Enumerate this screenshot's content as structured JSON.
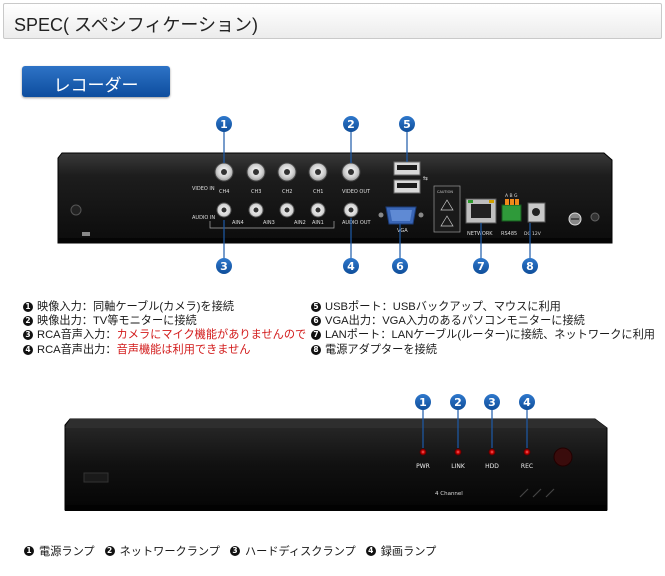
{
  "header": {
    "title": "SPEC( スペシフィケーション)"
  },
  "section_tab": {
    "label": "レコーダー"
  },
  "rear_panel": {
    "callouts": [
      "1",
      "2",
      "5",
      "3",
      "4",
      "6",
      "7",
      "8"
    ],
    "labels": {
      "video_in": "VIDEO IN",
      "audio_in": "AUDIO IN",
      "ch4": "CH4",
      "ch3": "CH3",
      "ch2": "CH2",
      "ch1": "CH1",
      "ain4": "AIN4",
      "ain3": "AIN3",
      "ain2": "AIN2",
      "ain1": "AIN1",
      "video_out": "VIDEO OUT",
      "audio_out": "AUDIO OUT",
      "vga": "VGA",
      "network": "NETWORK",
      "rs485": "RS485",
      "rs485_pins": "A B G",
      "dc": "DC 12V",
      "caution": "CAUTION"
    }
  },
  "rear_legend": {
    "left": [
      {
        "num": "1",
        "label": "映像入力：",
        "desc": "同軸ケーブル(カメラ)を接続",
        "desc_red": ""
      },
      {
        "num": "2",
        "label": "映像出力：",
        "desc": "TV等モニターに接続",
        "desc_red": ""
      },
      {
        "num": "3",
        "label": "RCA音声入力：",
        "desc": "",
        "desc_red": "カメラにマイク機能がありませんので"
      },
      {
        "num": "4",
        "label": "RCA音声出力：",
        "desc": "",
        "desc_red": "音声機能は利用できません"
      }
    ],
    "right": [
      {
        "num": "5",
        "text": "USBポート：USBバックアップ、マウスに利用"
      },
      {
        "num": "6",
        "text": "VGA出力：VGA入力のあるパソコンモニターに接続"
      },
      {
        "num": "7",
        "text": "LANポート：LANケーブル(ルーター)に接続、ネットワークに利用"
      },
      {
        "num": "8",
        "text": "電源アダプターを接続"
      }
    ]
  },
  "front_panel": {
    "callouts": [
      "1",
      "2",
      "3",
      "4"
    ],
    "leds": [
      "PWR",
      "LINK",
      "HDD",
      "REC"
    ],
    "channel_text": "4 Channel"
  },
  "front_legend": [
    {
      "num": "1",
      "text": "電源ランプ"
    },
    {
      "num": "2",
      "text": "ネットワークランプ"
    },
    {
      "num": "3",
      "text": "ハードディスクランプ"
    },
    {
      "num": "4",
      "text": "録画ランプ"
    }
  ],
  "colors": {
    "callout_blue": "#1d5aa8",
    "tab_blue": "#1d5aa8",
    "warning_red": "#d21a1a"
  }
}
